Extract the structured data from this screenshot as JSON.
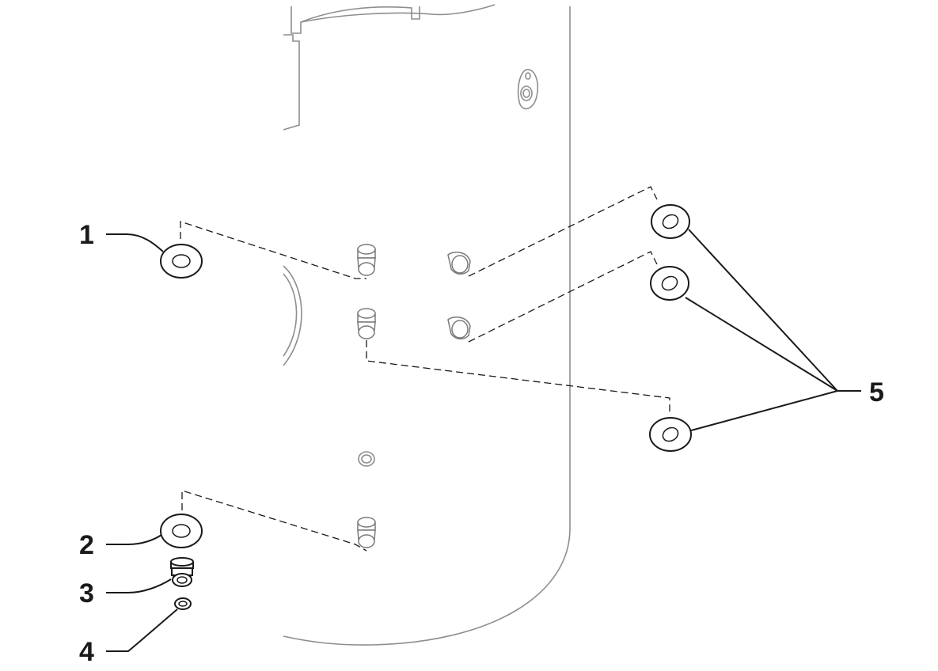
{
  "callouts": {
    "c1": "1",
    "c2": "2",
    "c3": "3",
    "c4": "4",
    "c5": "5"
  },
  "colors": {
    "tank_outline": "#8e8e8e",
    "part_outline": "#1a1a1a",
    "background": "#ffffff"
  }
}
